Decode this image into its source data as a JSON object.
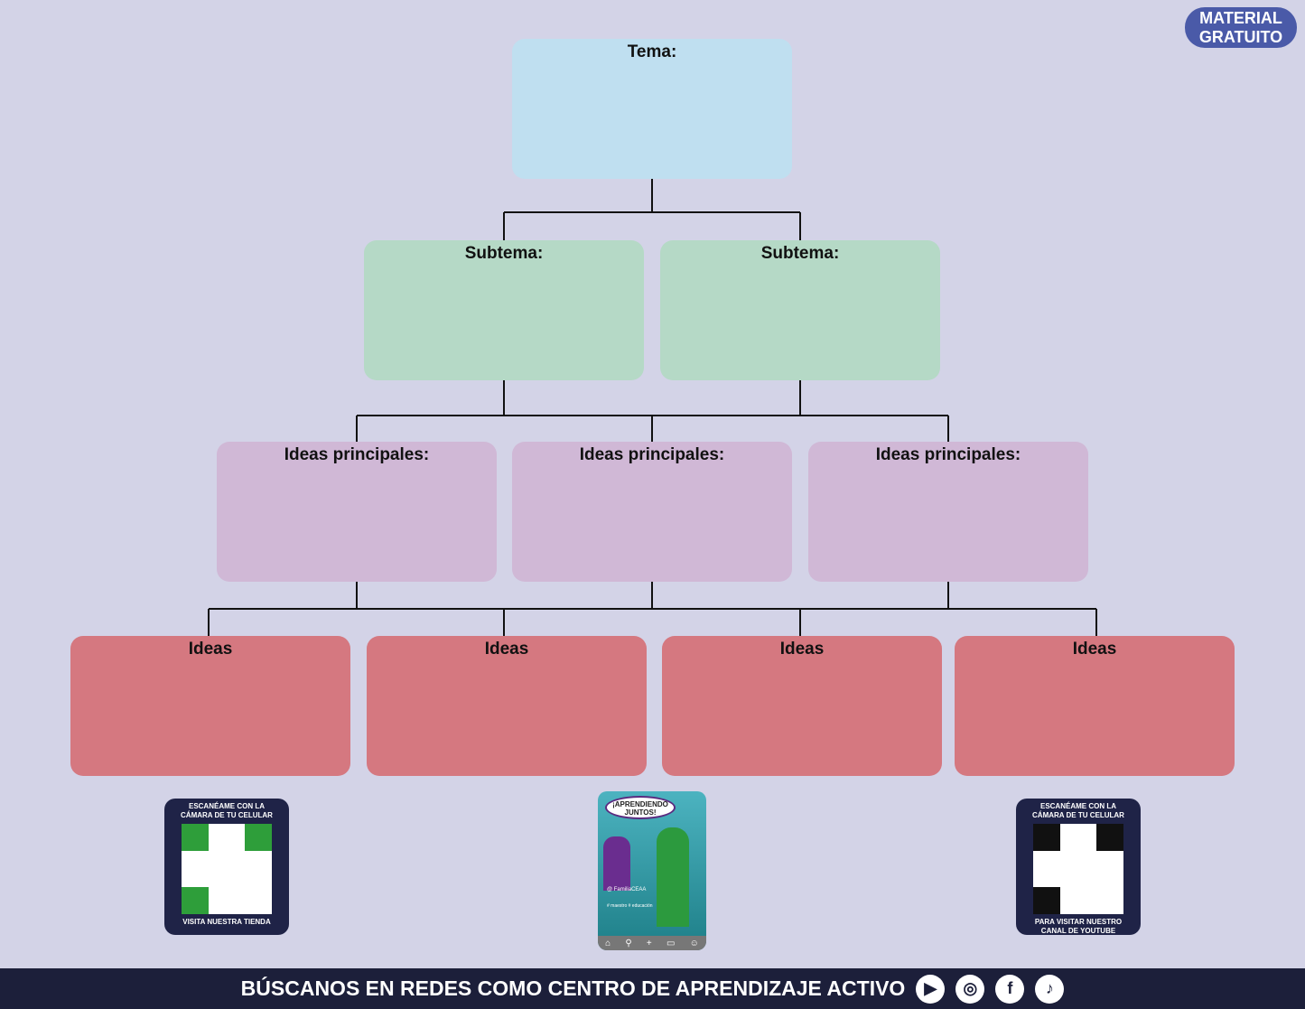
{
  "badge": {
    "line1": "MATERIAL",
    "line2": "GRATUITO"
  },
  "tema": "Tema:",
  "subtemas": [
    "Subtema:",
    "Subtema:"
  ],
  "ideas_principales": [
    "Ideas principales:",
    "Ideas principales:",
    "Ideas principales:"
  ],
  "ideas": [
    "Ideas",
    "Ideas",
    "Ideas",
    "Ideas"
  ],
  "qr_left": {
    "top": "ESCANÉAME CON LA CÁMARA DE TU CELULAR",
    "bottom": "VISITA NUESTRA TIENDA"
  },
  "qr_right": {
    "top": "ESCANÉAME CON LA CÁMARA DE TU CELULAR",
    "bottom": "PARA VISITAR NUESTRO CANAL DE YOUTUBE"
  },
  "phone": {
    "bubble": "¡APRENDIENDO JUNTOS!",
    "handle": "@ FamiliaCEAA",
    "tags": "# maestro  # educación"
  },
  "footer": {
    "text": "BÚSCANOS EN REDES COMO CENTRO DE APRENDIZAJE ACTIVO",
    "icons": [
      "youtube-icon",
      "instagram-icon",
      "facebook-icon",
      "tiktok-icon"
    ]
  }
}
